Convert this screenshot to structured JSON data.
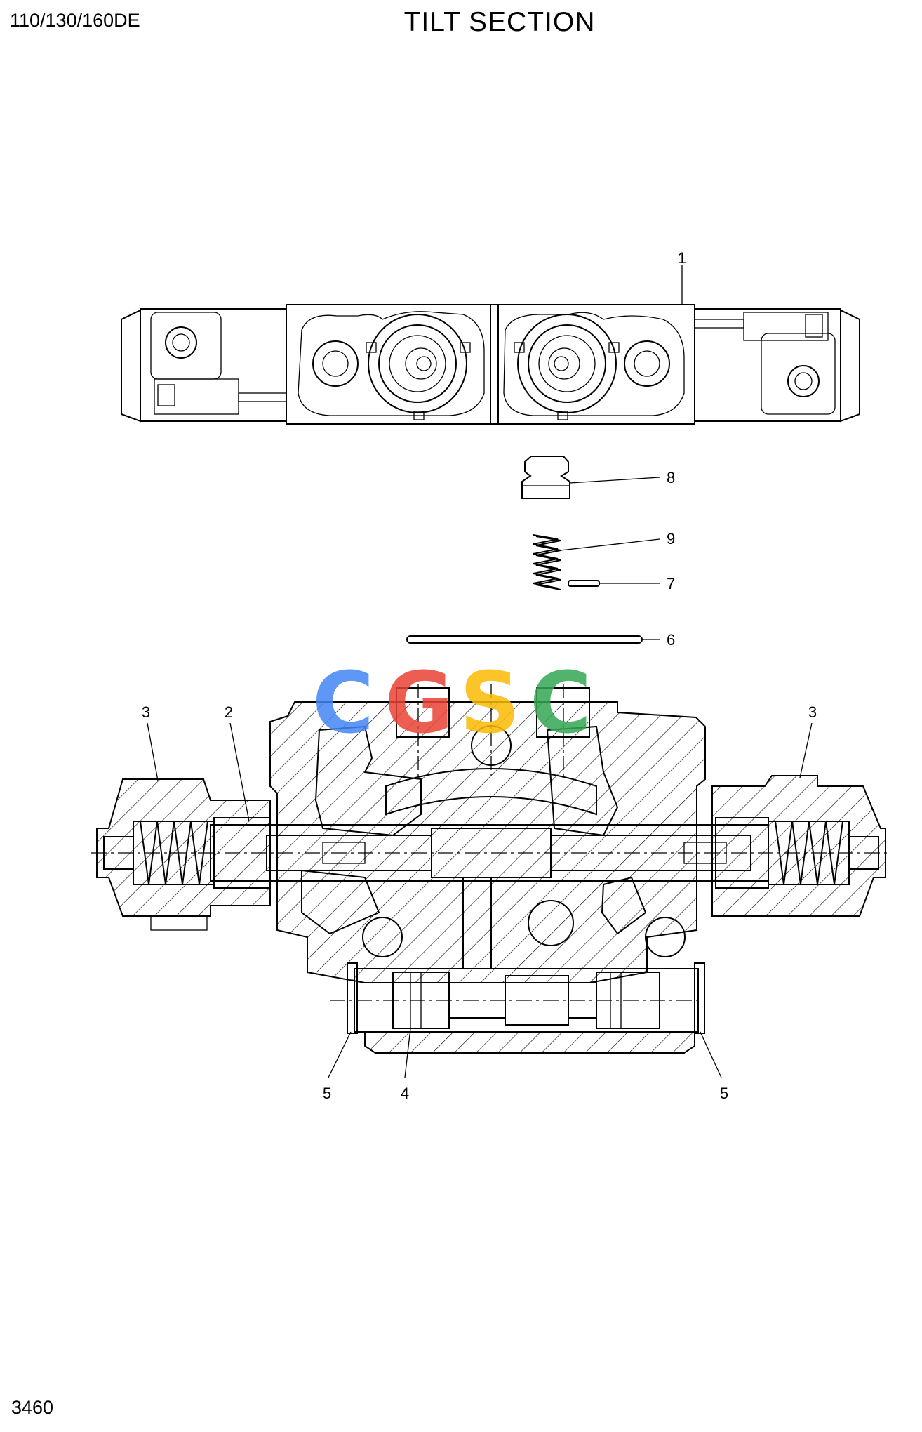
{
  "header": {
    "model": "110/130/160DE",
    "title": "TILT SECTION"
  },
  "footer": {
    "page_number": "3460"
  },
  "callouts": {
    "c1": "1",
    "c2": "2",
    "c3_left": "3",
    "c3_right": "3",
    "c4": "4",
    "c5_left": "5",
    "c5_right": "5",
    "c6": "6",
    "c7": "7",
    "c8": "8",
    "c9": "9"
  },
  "watermark": {
    "text": "CGSC",
    "colors": [
      "#4285F4",
      "#EA4335",
      "#FBBC05",
      "#34A853"
    ]
  }
}
